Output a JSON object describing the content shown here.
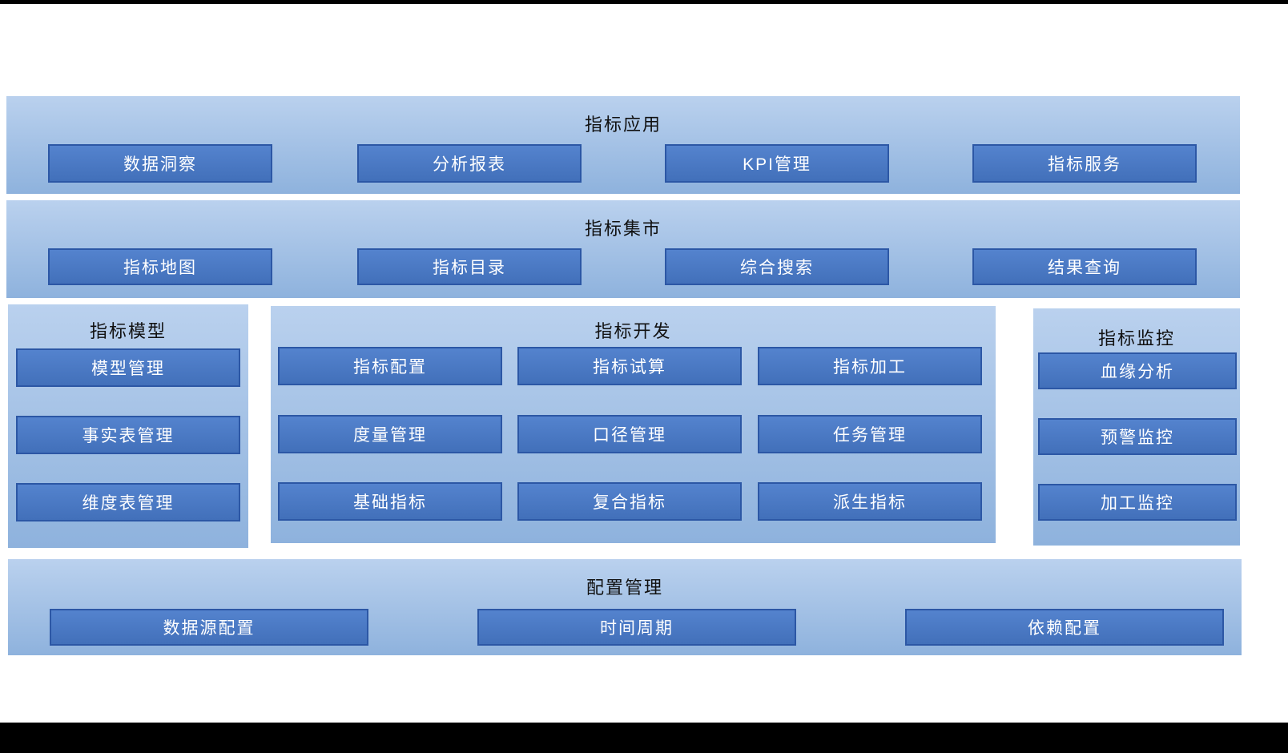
{
  "colors": {
    "panel_top": "#bad1ee",
    "panel_bottom": "#8eb2dd",
    "box_fill_top": "#5483ce",
    "box_fill_bottom": "#4270ba",
    "box_border": "#2c57a5",
    "box_text": "#ffffff",
    "title_text": "#111111",
    "letterbox": "#000000"
  },
  "sections": {
    "app": {
      "title": "指标应用",
      "items": [
        "数据洞察",
        "分析报表",
        "KPI管理",
        "指标服务"
      ]
    },
    "market": {
      "title": "指标集市",
      "items": [
        "指标地图",
        "指标目录",
        "综合搜索",
        "结果查询"
      ]
    },
    "model": {
      "title": "指标模型",
      "items": [
        "模型管理",
        "事实表管理",
        "维度表管理"
      ]
    },
    "dev": {
      "title": "指标开发",
      "items": [
        "指标配置",
        "指标试算",
        "指标加工",
        "度量管理",
        "口径管理",
        "任务管理",
        "基础指标",
        "复合指标",
        "派生指标"
      ]
    },
    "monitor": {
      "title": "指标监控",
      "items": [
        "血缘分析",
        "预警监控",
        "加工监控"
      ]
    },
    "config": {
      "title": "配置管理",
      "items": [
        "数据源配置",
        "时间周期",
        "依赖配置"
      ]
    }
  }
}
